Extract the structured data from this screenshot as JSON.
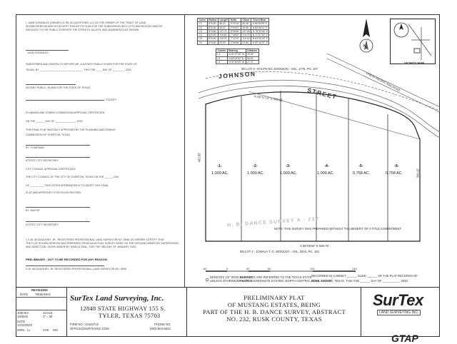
{
  "owner_cert": {
    "lines": [
      "I, JUAN GONZALEZ (OWNER) of JRL ACQUISITIONS, LLC AS THE OWNER OF THE TRACT OF LAND",
      "SHOWN HEREON AND DO ACCEPT THIS AS ITS PLAN FOR THE SUBDIVISION INTO LOTS AND BLOCKS AND DO",
      "DEDICATE TO THE PUBLIC FOREVER THE STREETS, ALLEYS, AND EASEMENTS AS SHOWN."
    ],
    "signer": "JUAN GONZALEZ"
  },
  "notary": {
    "lines": [
      "SUBSCRIBED AND SWORN TO BEFORE ME, A NOTARY PUBLIC IN AND FOR THE STATE OF",
      "TEXAS, BY ______________________________, THIS THE ____ DAY OF ________, 2020."
    ],
    "notary_line": "NOTARY PUBLIC, IN AND FOR THE STATE OF TEXAS",
    "county_line": "COUNTY"
  },
  "zoning": {
    "title": "PLANNING AND ZONING COMMISSION APPROVAL CERTIFICATE:",
    "on_line": "ON THE ______ DAY OF ______________, 2020.",
    "l1": "THIS FINAL PLAT WAS DULY APPROVED BY THE PLANNING AND ZONING",
    "l2": "COMMISSION OF OVERTON, TEXAS.",
    "by": "BY: CHAIRMAN",
    "attest": "ATTEST: CITY SECRETARY"
  },
  "council": {
    "title": "CITY COUNCIL APPROVAL CERTIFICATE:",
    "l1": "THE CITY COUNCIL OF THE CITY OF OVERTON, TEXAS ON THE ______ DAY",
    "l2": "OF __________ 2020 VOTED AFFIRMATIVELY TO ADOPT THIS FINAL",
    "l3": "PLAT AND APPROVE IT FOR FILING RECORD.",
    "by": "BY: MAYOR",
    "attest": "ATTEST: CITY SECRETARY"
  },
  "surveyor": {
    "lines": [
      "I, G.W. MCGAUGHEY, JR., REGISTERED PROFESSIONAL LAND SURVEYOR NO. 5598, DO HEREBY CERTIFY THAT",
      "THE PLAT SHOWN HEREON WAS PREPARED FROM AN ACTUAL SURVEY MADE ON THE GROUND UNDER MY SUPERVISION",
      "AND DIRECTION. GIVEN UNDER MY HAND & SEAL, THIS THE 3RD DAY OF JANUARY, 2020."
    ],
    "prelim": "PRELIMINARY - NOT TO BE RECORDED FOR ANY REASON",
    "sig": "G.W. MCGAUGHEY, JR. REGISTERED PROFESSIONAL LAND SURVEYOR NO. 5598"
  },
  "curve_table": {
    "headers": [
      "Curve",
      "Radius",
      "Length",
      "Delta",
      "Chord",
      "Chord Bear."
    ],
    "rows": [
      [
        "C1",
        "876.80",
        "80.41",
        "5°15'16\"",
        "80.38",
        "S 86°50'59\" E"
      ],
      [
        "C2",
        "876.80",
        "44.47",
        "2°54'22\"",
        "44.46",
        "N 84°46'11\" E"
      ],
      [
        "C3",
        "876.80",
        "137.71",
        "8°59'56\"",
        "137.56",
        "N 78°33'46\" E"
      ],
      [
        "C4",
        "876.80",
        "119.84",
        "7°49'52\"",
        "119.75",
        "N 71°07'52\" E"
      ],
      [
        "C5",
        "876.80",
        "110.23",
        "7°12'10\"",
        "110.16",
        "N 64°25'33\" E"
      ],
      [
        "C6",
        "876.80",
        "47.69",
        "3°06'58\"",
        "47.68",
        "N 59°18'37\" E"
      ]
    ]
  },
  "line_table": {
    "headers": [
      "Course",
      "Bearing",
      "Distance"
    ],
    "rows": [
      [
        "L1",
        "N 00°47'45\" W",
        "29.59"
      ],
      [
        "L2",
        "S 89°09'52\" E",
        "84.51"
      ],
      [
        "L3",
        "N 00°50'09\" W",
        "27.47"
      ]
    ]
  },
  "map": {
    "street": "JOHNSON",
    "street2": "STREET",
    "railroad": "UNION PACIFIC RAILROAD",
    "survey": "H. B. DANCE SURVEY A - 232",
    "bearing_top": "N 60°11'14\" E 500.89",
    "bearing_bottom": "S 89°09'52\" E 569.78'",
    "adjoiner_top": "5th LOT 3 - RALPHAEL JOHNSON - VOL. 1776, PG. 107",
    "adjoiner_bottom": "5th LOT 1 - JOSHUA T. G. WOOLOO - VOL. 3404, PG. 154",
    "left_dim": "482.85'",
    "right_dim": "344.10'",
    "vicinity": "VICINITY MAP",
    "north": "N",
    "note": "NOTE: THIS SURVEY WAS PREPARED WITHOUT THE BENEFIT OF A TITLE COMMITMENT.",
    "recorded_l1": "RECORDED IN CABINET ______ SLIDE ______ OF THE PLAT RECORDS OF",
    "recorded_l2": "RUSK COUNTY, TEXAS, THIS THE ______ DAY OF __________, 2020.",
    "bearings_note_l1": "BEARINGS ARE REFERRED TO THE TEXAS STATE",
    "bearings_note_l2": "PLANE COORDINATE SYSTEM, NORTH CENTRAL ZONE, NAD 83.",
    "iron_note_l1": "DENOTES 1/2\" IRON ROD SET",
    "iron_note_l2": "UNLESS OTHERWISE NOTED.",
    "scale": [
      "60",
      "0",
      "30",
      "60",
      "120",
      "240"
    ],
    "lots": [
      {
        "num": "-1-",
        "area": "1.000 AC."
      },
      {
        "num": "-2-",
        "area": "1.000 AC."
      },
      {
        "num": "-3-",
        "area": "1.000 AC."
      },
      {
        "num": "-4-",
        "area": "1.000 AC."
      },
      {
        "num": "-5-",
        "area": "0.758 AC."
      },
      {
        "num": "-6-",
        "area": "0.758 AC."
      }
    ]
  },
  "title_block": {
    "revisions": "REVISIONS",
    "rev_date": "DATE",
    "rev_remarks": "REMARKS",
    "job_no_label": "JOB NO.",
    "job_no": "19/3942",
    "scale_label": "SCALE",
    "scale": "1\" = 60'",
    "date_label": "DATE",
    "date": "12/23/2020",
    "drawn_label": "DWN",
    "drawn": "LL",
    "checked_label": "CHK",
    "checked": "GM",
    "company": "SurTex Land Surveying, Inc.",
    "address1": "12848 STATE HIGHWAY 155 S.",
    "address2": "TYLER, TEXAS 75703",
    "firm_no": "FIRM NO.: 10193713",
    "email": "OFFICE@SURTEXINC.COM",
    "phone_label": "PHONE NO.",
    "phone": "(903) 504-5923",
    "plat_title": [
      "PRELIMINARY PLAT",
      "OF MUSTANG ESTATES, BEING",
      "PART OF THE H. B. DANCE SURVEY, ABSTRACT",
      "NO. 232, RUSK COUNTY, TEXAS"
    ],
    "logo": "SurTex",
    "logo_sub": "LAND SURVEYING INC."
  },
  "corner_mark": "GTAP"
}
